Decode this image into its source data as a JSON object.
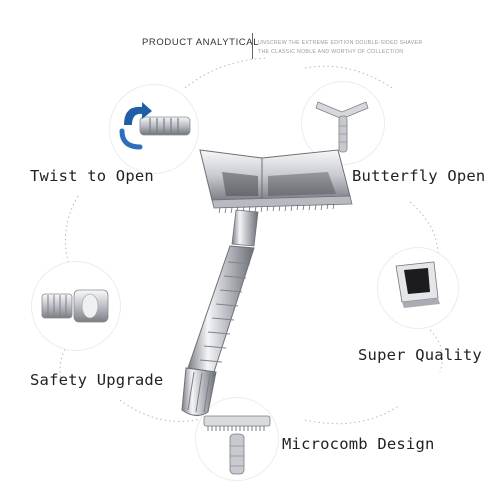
{
  "header": {
    "title": "PRODUCT ANALYTICAL",
    "subtitle_line1": "UNSCREW THE EXTREME EDITION DOUBLE-SIDED SHAVER",
    "subtitle_line2": "THE CLASSIC NOBLE AND WORTHY OF COLLECTION"
  },
  "features": {
    "twist": "Twist to Open",
    "butterfly": "Butterfly Open",
    "quality": "Super Quality",
    "safety": "Safety Upgrade",
    "comb": "Microcomb Design"
  },
  "colors": {
    "chrome_light": "#f4f4f6",
    "chrome_mid": "#c4c6cc",
    "chrome_dark": "#6f7279",
    "arrow_blue": "#1f5fa8",
    "dotted_line": "#b9b9b9",
    "label_text": "#222222"
  },
  "icons": {
    "twist": "twist-arrow-icon",
    "butterfly": "butterfly-razor-icon",
    "quality": "blade-holder-icon",
    "safety": "safety-collar-icon",
    "comb": "microcomb-head-icon"
  }
}
